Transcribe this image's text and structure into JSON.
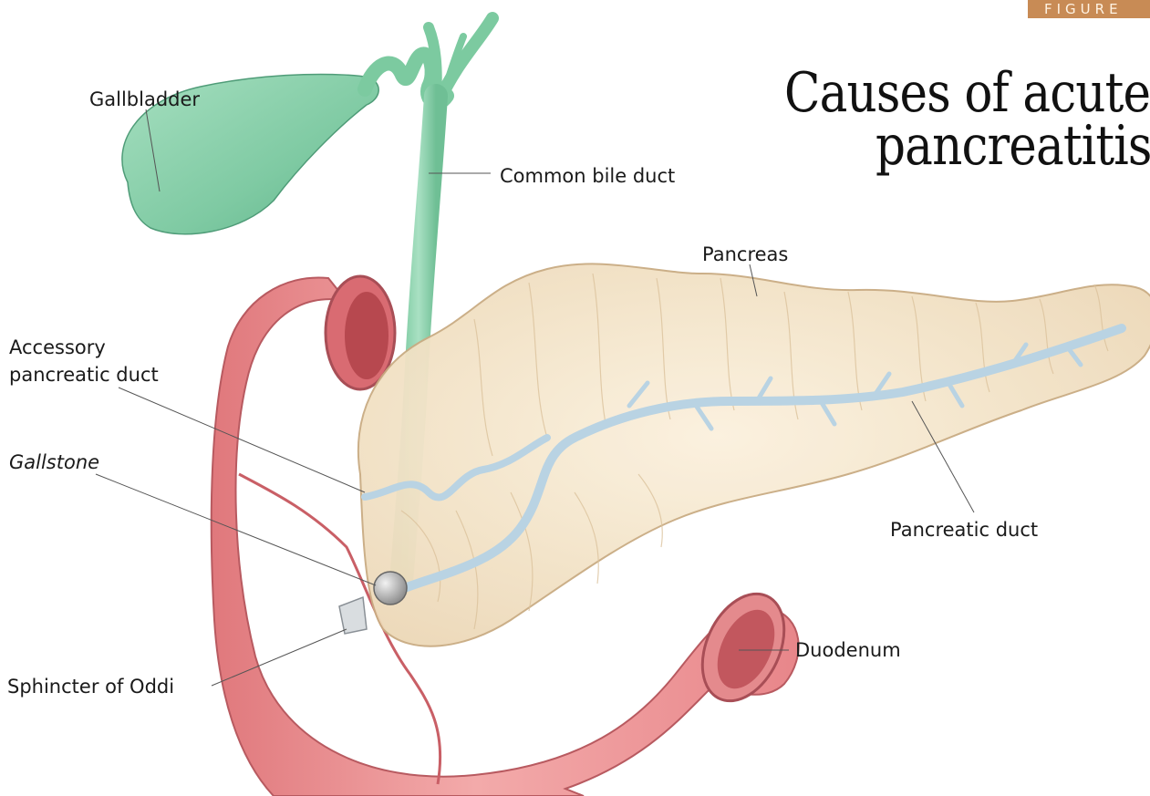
{
  "figure_tab": "FIGURE",
  "title": {
    "line1": "Causes of acute",
    "line2": "pancreatitis"
  },
  "labels": {
    "gallbladder": "Gallbladder",
    "common_bile_duct": "Common bile duct",
    "pancreas": "Pancreas",
    "accessory_duct_1": "Accessory",
    "accessory_duct_2": "pancreatic duct",
    "gallstone": "Gallstone",
    "pancreatic_duct": "Pancreatic duct",
    "sphincter": "Sphincter of Oddi",
    "duodenum": "Duodenum"
  },
  "colors": {
    "bile_green": "#8fd3b0",
    "duodenum_pink": "#ee9a9c",
    "pancreas_cream": "#f6e6cc",
    "duct_blue": "#b9d3e3",
    "tab_tan": "#c88b55"
  }
}
